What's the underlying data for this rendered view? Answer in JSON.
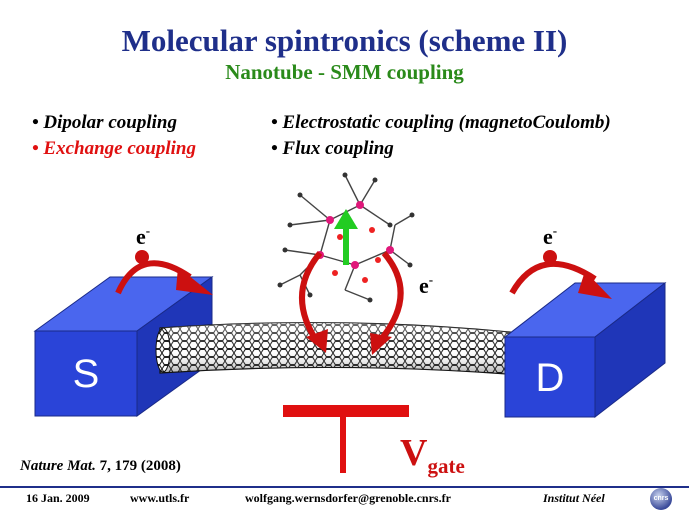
{
  "title": "Molecular spintronics (scheme II)",
  "subtitle": "Nanotube - SMM coupling",
  "bullets_left": [
    "• Dipolar coupling",
    "• Exchange coupling"
  ],
  "bullets_right": [
    "• Electrostatic coupling (magnetoCoulomb)",
    "• Flux coupling"
  ],
  "diagram": {
    "source_label": "S",
    "drain_label": "D",
    "electron_label": "e",
    "electron_superscript": "-",
    "gate_label": "V",
    "gate_subscript": "gate"
  },
  "reference": {
    "journal": "Nature Mat.",
    "citation": "7, 179 (2008)"
  },
  "footer": {
    "date": "16 Jan. 2009",
    "website": "www.utls.fr",
    "email": "wolfgang.wernsdorfer@grenoble.cnrs.fr",
    "institute": "Institut Néel",
    "logo_text": "cnrs"
  },
  "colors": {
    "title": "#1f2f8a",
    "subtitle": "#2a8a1a",
    "highlight": "#e01010",
    "electrode": "#2a44d8",
    "arrow": "#cc1010",
    "spin_arrow": "#22cc22"
  }
}
